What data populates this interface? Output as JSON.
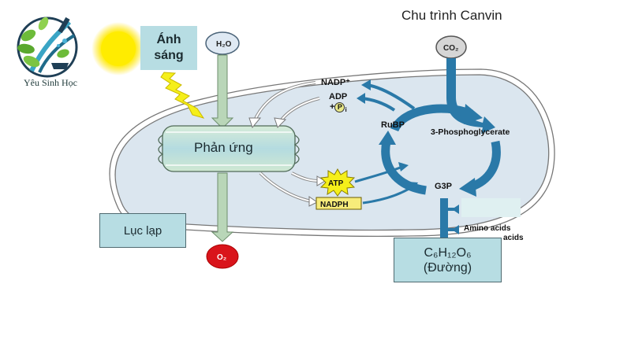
{
  "logo": {
    "icon": "dna-leaf-flask-icon",
    "text": "Yêu Sinh Học"
  },
  "title": "Chu trình Canvin",
  "light": {
    "sun_icon": "sun-icon",
    "label": "Ánh sáng",
    "bolt_icon": "lightning-icon"
  },
  "inputs": {
    "h2o": "H₂O",
    "co2": "CO₂"
  },
  "outputs": {
    "o2": "O₂"
  },
  "light_reaction": {
    "label": "Phản ứng"
  },
  "energy": {
    "atp": "ATP",
    "nadph": "NADPH",
    "nadp": "NADP⁺",
    "adp": "ADP",
    "pi_prefix": "+",
    "pi": "P",
    "pi_sub": "i"
  },
  "calvin": {
    "rubp": "RuBP",
    "pga": "3-Phosphoglycerate",
    "g3p": "G3P"
  },
  "products": {
    "amino": "Amino acids",
    "fatty": "acids"
  },
  "chloroplast_label": "Lục lạp",
  "glucose": {
    "formula": "C₆H₁₂O₆",
    "name": "(Đường)"
  },
  "colors": {
    "stroma": "#dbe6ef",
    "cycle_blue": "#2a79a8",
    "box_fill": "#b7dde3",
    "o2_red": "#d9141b",
    "bolt_yellow": "#f5ef1a",
    "arrow_green": "#b9d6b8"
  }
}
